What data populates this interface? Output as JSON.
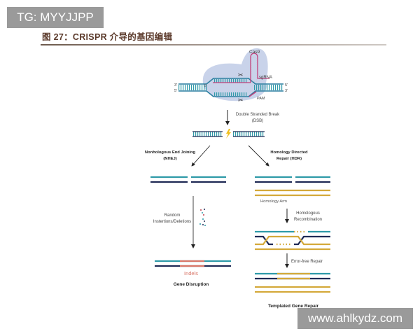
{
  "watermark_top": "TG: MYYJJPP",
  "watermark_bottom": "www.ahlkydz.com",
  "figure_title": "图 27：CRISPR 介导的基因编辑",
  "diagram": {
    "cas9": "Cas9",
    "sgrna": "sgRNA",
    "pam": "PAM",
    "prime3": "3'",
    "prime5": "5'",
    "dsb_line1": "Double Stranded Break",
    "dsb_line2": "(DSB)",
    "nhej_line1": "Nonhologous End Joining",
    "nhej_line2": "(NHEJ)",
    "hdr_line1": "Homology Directed",
    "hdr_line2": "Repair (HDR)",
    "random_line1": "Random",
    "random_line2": "Instertions/Deletions",
    "homology_arm": "Homology Arm",
    "homologous_line1": "Homologous",
    "homologous_line2": "Recombination",
    "error_free": "Error-free Repair",
    "indels": "Indels",
    "gene_disruption": "Gene Disruption",
    "templated_repair": "Templated Gene Repair"
  },
  "colors": {
    "teal": "#2e9aa8",
    "navy": "#1f2a55",
    "gold": "#d4a93a",
    "red": "#d9776a",
    "blob": "#c9d3ea",
    "pink": "#c0407a"
  }
}
